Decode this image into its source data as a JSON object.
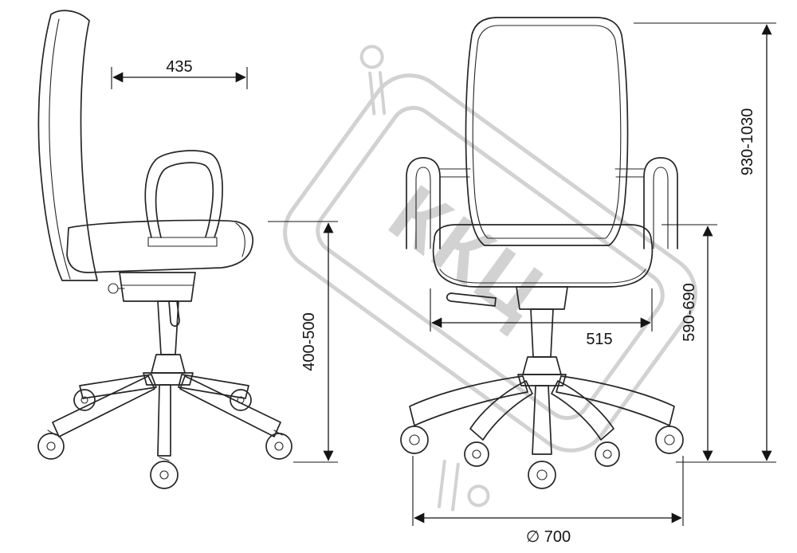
{
  "drawing": {
    "kind": "technical dimension drawing",
    "subject": "office chair, side view and front view"
  },
  "watermark": {
    "text": "ККЦ"
  },
  "dimensions": {
    "side_top_width": "435",
    "seat_height_range": "400-500",
    "overall_height_range": "930-1030",
    "seat_top_height_range": "590-690",
    "seat_width": "515",
    "base_diameter": "∅ 700"
  },
  "colors": {
    "background": "#ffffff",
    "line": "#262626",
    "dimension": "#141414",
    "watermark": "#d2d2d2"
  }
}
